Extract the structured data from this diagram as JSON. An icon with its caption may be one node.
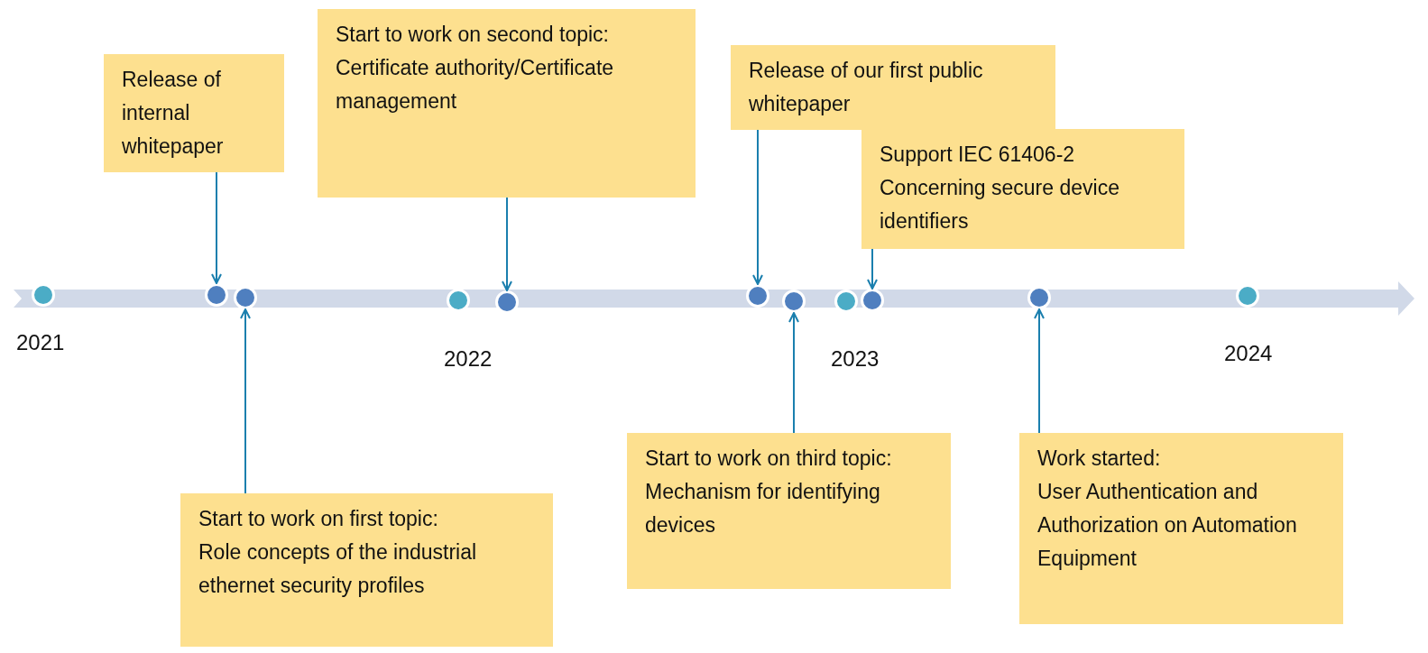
{
  "diagram": {
    "nodes": [
      {
        "text": [
          "Release of internal whitepaper"
        ]
      },
      {
        "text": [
          "Start to work on second topic:",
          "Certificate authority/Certificate management"
        ]
      },
      {
        "text": [
          "Release of our first public whitepaper"
        ]
      },
      {
        "text": [
          "Support IEC 61406-2",
          "Concerning secure device identifiers"
        ]
      },
      {
        "text": [
          "Start to work on first topic:",
          "Role concepts of the industrial ethernet security profiles"
        ]
      },
      {
        "text": [
          "Start to work on third topic:",
          "Mechanism for identifying devices"
        ]
      },
      {
        "text": [
          "Work started:",
          "User Authentication and Authorization on Automation Equipment"
        ]
      },
      {
        "text": [],
        "shape": "circle",
        "beside": [
          "2021"
        ]
      },
      {
        "text": [],
        "shape": "circle"
      },
      {
        "text": [],
        "shape": "circle"
      },
      {
        "text": [],
        "shape": "circle",
        "beside": [
          "2022"
        ]
      },
      {
        "text": [],
        "shape": "circle"
      },
      {
        "text": [],
        "shape": "circle"
      },
      {
        "text": [],
        "shape": "circle"
      },
      {
        "text": [],
        "shape": "circle",
        "beside": [
          "2023"
        ]
      },
      {
        "text": [],
        "shape": "circle"
      },
      {
        "text": [],
        "shape": "circle"
      },
      {
        "text": [],
        "shape": "circle",
        "beside": [
          "2024"
        ]
      }
    ],
    "edges": [
      {
        "from": 0,
        "to": 8,
        "arrow": "to"
      },
      {
        "from": 1,
        "to": 11,
        "arrow": "to"
      },
      {
        "from": 2,
        "to": 12,
        "arrow": "to"
      },
      {
        "from": 3,
        "to": 15,
        "arrow": "to"
      },
      {
        "from": 4,
        "to": 9,
        "arrow": "to"
      },
      {
        "from": 5,
        "to": 13,
        "arrow": "to"
      },
      {
        "from": 6,
        "to": 16,
        "arrow": "to"
      }
    ]
  }
}
